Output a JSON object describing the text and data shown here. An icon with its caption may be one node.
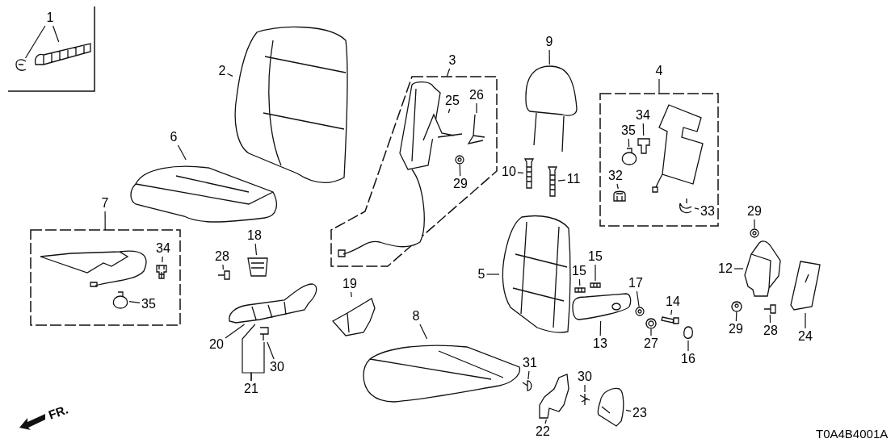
{
  "diagram": {
    "nodes": [
      {
        "text": [],
        "shape": "box"
      },
      {
        "text": [
          "1"
        ],
        "in": 0
      },
      {
        "text": [],
        "shape": "picture",
        "in": 0
      },
      {
        "text": [],
        "shape": "picture",
        "in": 0
      },
      {
        "text": [
          "2"
        ]
      },
      {
        "text": [],
        "shape": "picture"
      },
      {
        "text": [
          "6"
        ]
      },
      {
        "text": [],
        "shape": "picture"
      },
      {
        "text": [
          "3"
        ]
      },
      {
        "text": [],
        "shape": "box"
      },
      {
        "text": [],
        "shape": "picture",
        "in": 9
      },
      {
        "text": [
          "25"
        ],
        "in": 9
      },
      {
        "text": [],
        "shape": "picture",
        "in": 9
      },
      {
        "text": [
          "26"
        ],
        "in": 9
      },
      {
        "text": [],
        "shape": "picture",
        "in": 9
      },
      {
        "text": [
          "29"
        ],
        "in": 9
      },
      {
        "text": [],
        "shape": "circle",
        "in": 9
      },
      {
        "text": [
          "9"
        ]
      },
      {
        "text": [],
        "shape": "picture"
      },
      {
        "text": [
          "10"
        ]
      },
      {
        "text": [],
        "shape": "picture"
      },
      {
        "text": [
          "11"
        ]
      },
      {
        "text": [],
        "shape": "picture"
      },
      {
        "text": [
          "4"
        ]
      },
      {
        "text": [],
        "shape": "box"
      },
      {
        "text": [
          "34"
        ],
        "in": 24
      },
      {
        "text": [],
        "shape": "picture",
        "in": 24
      },
      {
        "text": [
          "35"
        ],
        "in": 24
      },
      {
        "text": [],
        "shape": "picture",
        "in": 24
      },
      {
        "text": [
          "32"
        ],
        "in": 24
      },
      {
        "text": [],
        "shape": "picture",
        "in": 24
      },
      {
        "text": [],
        "shape": "picture",
        "in": 24
      },
      {
        "text": [
          "33"
        ],
        "in": 24
      },
      {
        "text": [],
        "shape": "picture",
        "in": 24
      },
      {
        "text": [
          "7"
        ]
      },
      {
        "text": [],
        "shape": "box"
      },
      {
        "text": [],
        "shape": "picture",
        "in": 35
      },
      {
        "text": [
          "34"
        ],
        "in": 35
      },
      {
        "text": [],
        "shape": "picture",
        "in": 35
      },
      {
        "text": [
          "35"
        ],
        "in": 35
      },
      {
        "text": [],
        "shape": "picture",
        "in": 35
      },
      {
        "text": [
          "18"
        ]
      },
      {
        "text": [],
        "shape": "picture"
      },
      {
        "text": [
          "28"
        ]
      },
      {
        "text": [],
        "shape": "picture"
      },
      {
        "text": [
          "20"
        ]
      },
      {
        "text": [],
        "shape": "picture"
      },
      {
        "text": [
          "30"
        ]
      },
      {
        "text": [],
        "shape": "picture"
      },
      {
        "text": [
          "21"
        ]
      },
      {
        "text": [
          "19"
        ]
      },
      {
        "text": [],
        "shape": "picture"
      },
      {
        "text": [
          "5"
        ]
      },
      {
        "text": [],
        "shape": "picture"
      },
      {
        "text": [
          "8"
        ]
      },
      {
        "text": [],
        "shape": "picture"
      },
      {
        "text": [
          "15"
        ]
      },
      {
        "text": [],
        "shape": "picture"
      },
      {
        "text": [
          "15"
        ]
      },
      {
        "text": [],
        "shape": "picture"
      },
      {
        "text": [
          "13"
        ]
      },
      {
        "text": [],
        "shape": "picture"
      },
      {
        "text": [
          "17"
        ]
      },
      {
        "text": [],
        "shape": "circle"
      },
      {
        "text": [
          "27"
        ]
      },
      {
        "text": [],
        "shape": "circle"
      },
      {
        "text": [
          "14"
        ]
      },
      {
        "text": [],
        "shape": "picture"
      },
      {
        "text": [
          "16"
        ]
      },
      {
        "text": [],
        "shape": "circle"
      },
      {
        "text": [
          "31"
        ]
      },
      {
        "text": [],
        "shape": "picture"
      },
      {
        "text": [
          "22"
        ]
      },
      {
        "text": [],
        "shape": "picture"
      },
      {
        "text": [
          "30"
        ]
      },
      {
        "text": [],
        "shape": "picture"
      },
      {
        "text": [
          "23"
        ]
      },
      {
        "text": [],
        "shape": "picture"
      },
      {
        "text": [
          "29"
        ]
      },
      {
        "text": [],
        "shape": "circle"
      },
      {
        "text": [
          "12"
        ]
      },
      {
        "text": [],
        "shape": "picture"
      },
      {
        "text": [
          "29"
        ]
      },
      {
        "text": [],
        "shape": "circle"
      },
      {
        "text": [
          "28"
        ]
      },
      {
        "text": [],
        "shape": "picture"
      },
      {
        "text": [
          "24"
        ]
      },
      {
        "text": [],
        "shape": "picture"
      }
    ],
    "edges": [
      {
        "from": 1,
        "to": 2,
        "arrow": "none"
      },
      {
        "from": 1,
        "to": 3,
        "arrow": "none"
      },
      {
        "from": 4,
        "to": 5,
        "arrow": "none"
      },
      {
        "from": 6,
        "to": 7,
        "arrow": "none"
      },
      {
        "from": 8,
        "to": 9,
        "arrow": "none"
      },
      {
        "from": 11,
        "to": 12,
        "arrow": "none"
      },
      {
        "from": 13,
        "to": 14,
        "arrow": "none"
      },
      {
        "from": 15,
        "to": 16,
        "arrow": "none"
      },
      {
        "from": 17,
        "to": 18,
        "arrow": "none"
      },
      {
        "from": 19,
        "to": 20,
        "arrow": "none"
      },
      {
        "from": 21,
        "to": 22,
        "arrow": "none"
      },
      {
        "from": 23,
        "to": 24,
        "arrow": "none"
      },
      {
        "from": 25,
        "to": 26,
        "arrow": "none"
      },
      {
        "from": 27,
        "to": 28,
        "arrow": "none"
      },
      {
        "from": 29,
        "to": 30,
        "arrow": "none"
      },
      {
        "from": 32,
        "to": 33,
        "arrow": "none"
      },
      {
        "from": 34,
        "to": 35,
        "arrow": "none"
      },
      {
        "from": 37,
        "to": 38,
        "arrow": "none"
      },
      {
        "from": 39,
        "to": 40,
        "arrow": "none"
      },
      {
        "from": 41,
        "to": 42,
        "arrow": "none"
      },
      {
        "from": 43,
        "to": 44,
        "arrow": "none"
      },
      {
        "from": 45,
        "to": 46,
        "arrow": "none"
      },
      {
        "from": 47,
        "to": 48,
        "arrow": "none"
      },
      {
        "from": 49,
        "to": 46,
        "arrow": "none"
      },
      {
        "from": 49,
        "to": 48,
        "arrow": "none"
      },
      {
        "from": 50,
        "to": 51,
        "arrow": "none"
      },
      {
        "from": 52,
        "to": 53,
        "arrow": "none"
      },
      {
        "from": 54,
        "to": 55,
        "arrow": "none"
      },
      {
        "from": 56,
        "to": 57,
        "arrow": "none"
      },
      {
        "from": 58,
        "to": 59,
        "arrow": "none"
      },
      {
        "from": 60,
        "to": 61,
        "arrow": "none"
      },
      {
        "from": 62,
        "to": 63,
        "arrow": "none"
      },
      {
        "from": 64,
        "to": 65,
        "arrow": "none"
      },
      {
        "from": 66,
        "to": 67,
        "arrow": "none"
      },
      {
        "from": 68,
        "to": 69,
        "arrow": "none"
      },
      {
        "from": 70,
        "to": 71,
        "arrow": "none"
      },
      {
        "from": 72,
        "to": 73,
        "arrow": "none"
      },
      {
        "from": 74,
        "to": 75,
        "arrow": "none"
      },
      {
        "from": 76,
        "to": 77,
        "arrow": "none"
      },
      {
        "from": 78,
        "to": 79,
        "arrow": "none"
      },
      {
        "from": 80,
        "to": 81,
        "arrow": "none"
      },
      {
        "from": 82,
        "to": 83,
        "arrow": "none"
      },
      {
        "from": 84,
        "to": 85,
        "arrow": "none"
      },
      {
        "from": 86,
        "to": 87,
        "arrow": "none"
      }
    ],
    "labels": [
      "FR.",
      "T0A4B4001A"
    ]
  }
}
